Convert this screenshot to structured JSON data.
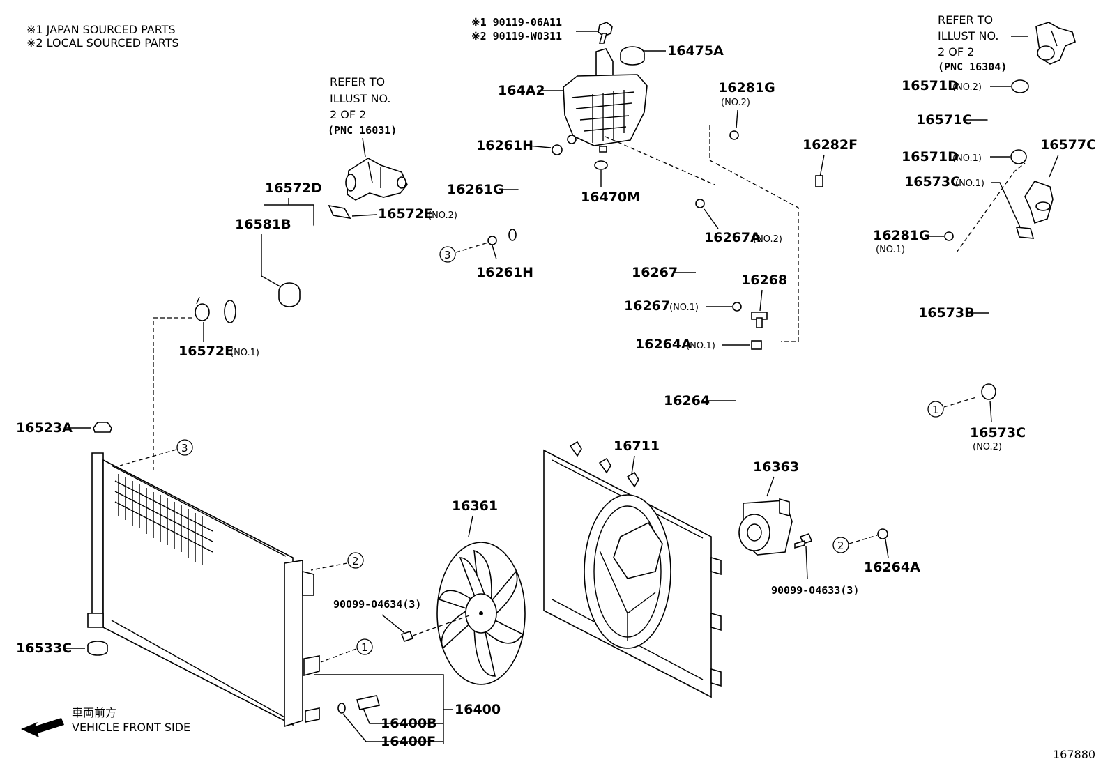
{
  "notes": {
    "n1": "※1  JAPAN SOURCED PARTS",
    "n2": "※2  LOCAL SOURCED PARTS"
  },
  "refs": {
    "ref1": [
      "REFER TO",
      "ILLUST NO.",
      "2 OF 2",
      "(PNC 16031)"
    ],
    "ref2": [
      "REFER TO",
      "ILLUST NO.",
      "2 OF 2",
      "(PNC 16304)"
    ]
  },
  "bolt_notes": {
    "b1": "※1  90119-06A11",
    "b2": "※2  90119-W0311"
  },
  "parts": {
    "p16475A": "16475A",
    "p164A2": "164A2",
    "p16261H_top": "16261H",
    "p16261G": "16261G",
    "p16261H_bot": "16261H",
    "p16470M": "16470M",
    "p16281G_no2": "16281G",
    "p16281G_no2_sub": "(NO.2)",
    "p16282F": "16282F",
    "p16281G_no1": "16281G",
    "p16281G_no1_sub": "(NO.1)",
    "p16267A": "16267A",
    "p16267A_sub": "(NO.2)",
    "p16267": "16267",
    "p16267_no1": "16267",
    "p16267_no1_sub": "(NO.1)",
    "p16268": "16268",
    "p16264A_no1": "16264A",
    "p16264A_no1_sub": "(NO.1)",
    "p16264": "16264",
    "p16572D": "16572D",
    "p16581B": "16581B",
    "p16572E_no2": "16572E",
    "p16572E_no2_sub": "(NO.2)",
    "p16572E_no1": "16572E",
    "p16572E_no1_sub": "(NO.1)",
    "p16571D_no2": "16571D",
    "p16571D_no2_sub": "(NO.2)",
    "p16571C": "16571C",
    "p16571D_no1": "16571D",
    "p16571D_no1_sub": "(NO.1)",
    "p16577C": "16577C",
    "p16573C_no1": "16573C",
    "p16573C_no1_sub": "(NO.1)",
    "p16573B": "16573B",
    "p16573C_no2": "16573C",
    "p16573C_no2_sub": "(NO.2)",
    "p16523A": "16523A",
    "p16533C": "16533C",
    "p16711": "16711",
    "p16361": "16361",
    "p16363": "16363",
    "p90099_04634": "90099-04634(3)",
    "p90099_04633": "90099-04633(3)",
    "p16264A": "16264A",
    "p16400": "16400",
    "p16400B": "16400B",
    "p16400F": "16400F"
  },
  "circles": {
    "c1a": "1",
    "c1b": "1",
    "c2a": "2",
    "c2b": "2",
    "c3a": "3",
    "c3b": "3"
  },
  "front": {
    "jp": "車両前方",
    "en": "VEHICLE FRONT SIDE"
  },
  "illust_no": "167880"
}
